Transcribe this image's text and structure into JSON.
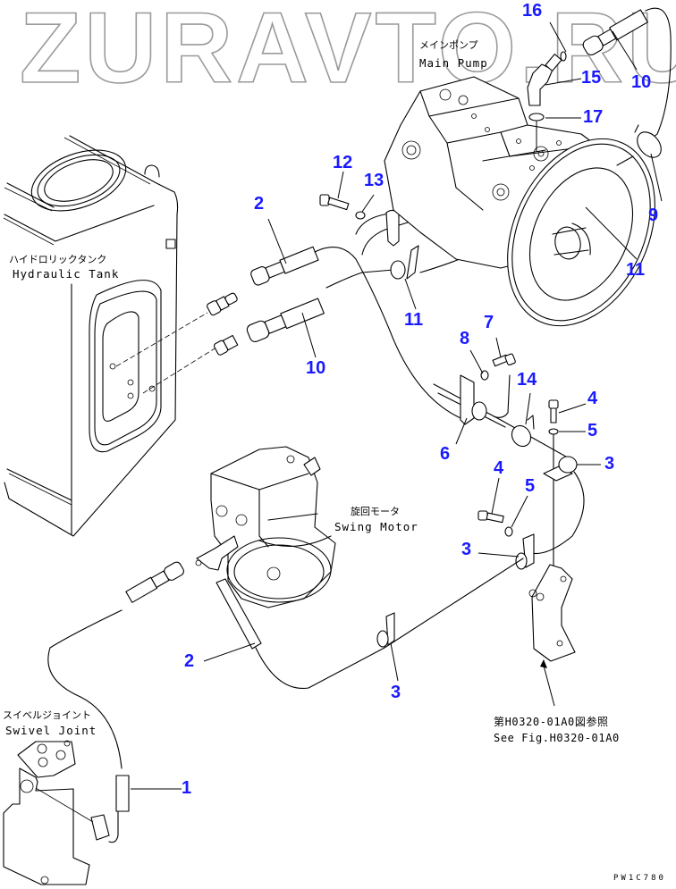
{
  "watermark": {
    "text": "ZURAVTO.RU"
  },
  "colors": {
    "callout": "#1a1aff",
    "line": "#000000",
    "watermark": "#9a9a9a"
  },
  "components": {
    "main_pump": {
      "jp": "メインポンプ",
      "en": "Main Pump"
    },
    "hydraulic_tank": {
      "jp": "ハイドロリックタンク",
      "en": "Hydraulic Tank"
    },
    "swing_motor": {
      "jp": "旋回モータ",
      "en": "Swing Motor"
    },
    "swivel_joint": {
      "jp": "スイベルジョイント",
      "en": "Swivel Joint"
    }
  },
  "reference": {
    "jp": "第H0320-01A0図参照",
    "en": "See Fig.H0320-01A0"
  },
  "drawing_code": "PW1C780",
  "callouts": [
    {
      "id": "c16",
      "label": "16"
    },
    {
      "id": "c15",
      "label": "15"
    },
    {
      "id": "c10a",
      "label": "10"
    },
    {
      "id": "c17",
      "label": "17"
    },
    {
      "id": "c12",
      "label": "12"
    },
    {
      "id": "c13",
      "label": "13"
    },
    {
      "id": "c2a",
      "label": "2"
    },
    {
      "id": "c9",
      "label": "9"
    },
    {
      "id": "c11a",
      "label": "11"
    },
    {
      "id": "c11b",
      "label": "11"
    },
    {
      "id": "c10b",
      "label": "10"
    },
    {
      "id": "c8",
      "label": "8"
    },
    {
      "id": "c7",
      "label": "7"
    },
    {
      "id": "c14",
      "label": "14"
    },
    {
      "id": "c4a",
      "label": "4"
    },
    {
      "id": "c5a",
      "label": "5"
    },
    {
      "id": "c6",
      "label": "6"
    },
    {
      "id": "c3a",
      "label": "3"
    },
    {
      "id": "c4b",
      "label": "4"
    },
    {
      "id": "c5b",
      "label": "5"
    },
    {
      "id": "c3b",
      "label": "3"
    },
    {
      "id": "c2b",
      "label": "2"
    },
    {
      "id": "c3c",
      "label": "3"
    },
    {
      "id": "c1",
      "label": "1"
    }
  ]
}
